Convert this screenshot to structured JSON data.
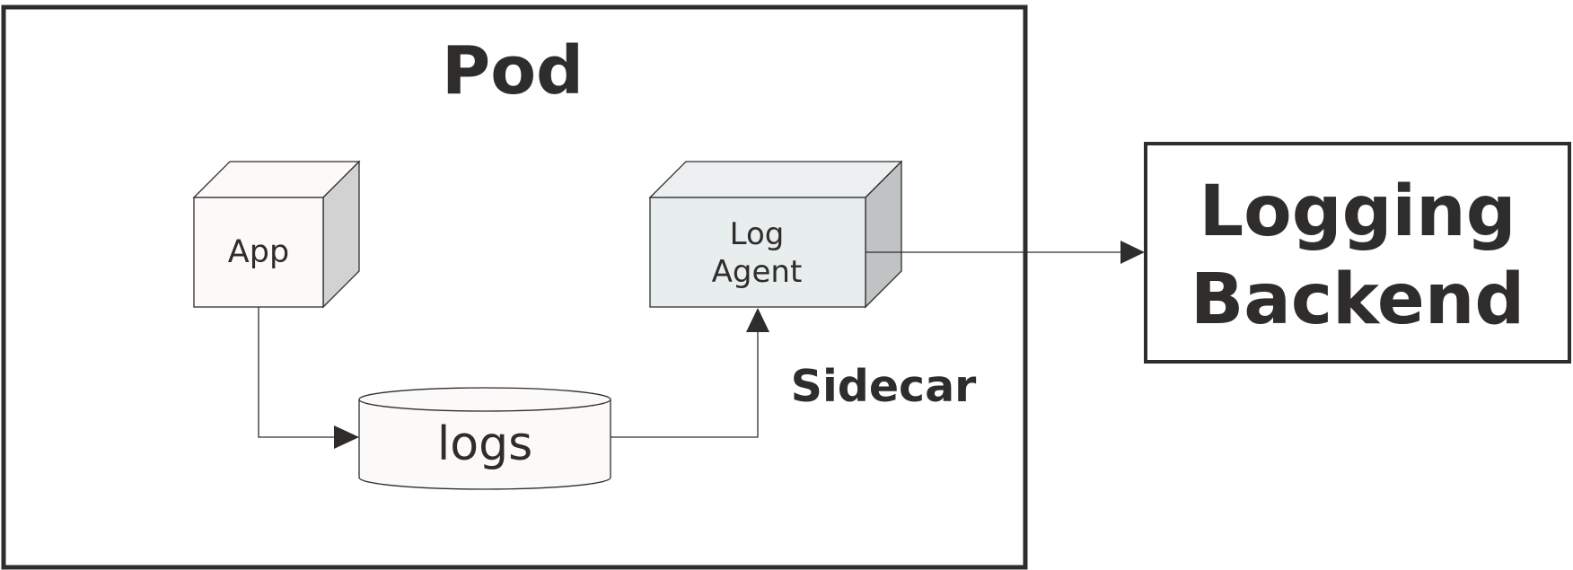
{
  "pod": {
    "title": "Pod"
  },
  "app": {
    "label": "App"
  },
  "logs": {
    "label": "logs"
  },
  "log_agent": {
    "line1": "Log",
    "line2": "Agent"
  },
  "sidecar": {
    "label": "Sidecar"
  },
  "backend": {
    "line1": "Logging",
    "line2": "Backend"
  },
  "colors": {
    "ink": "#2f2d2c",
    "box_face": "#fbfaf9",
    "box_side": "#d2d2d2",
    "agent_face": "#e8eded",
    "agent_top": "#ecf0f0",
    "agent_side": "#bfc3c3"
  }
}
